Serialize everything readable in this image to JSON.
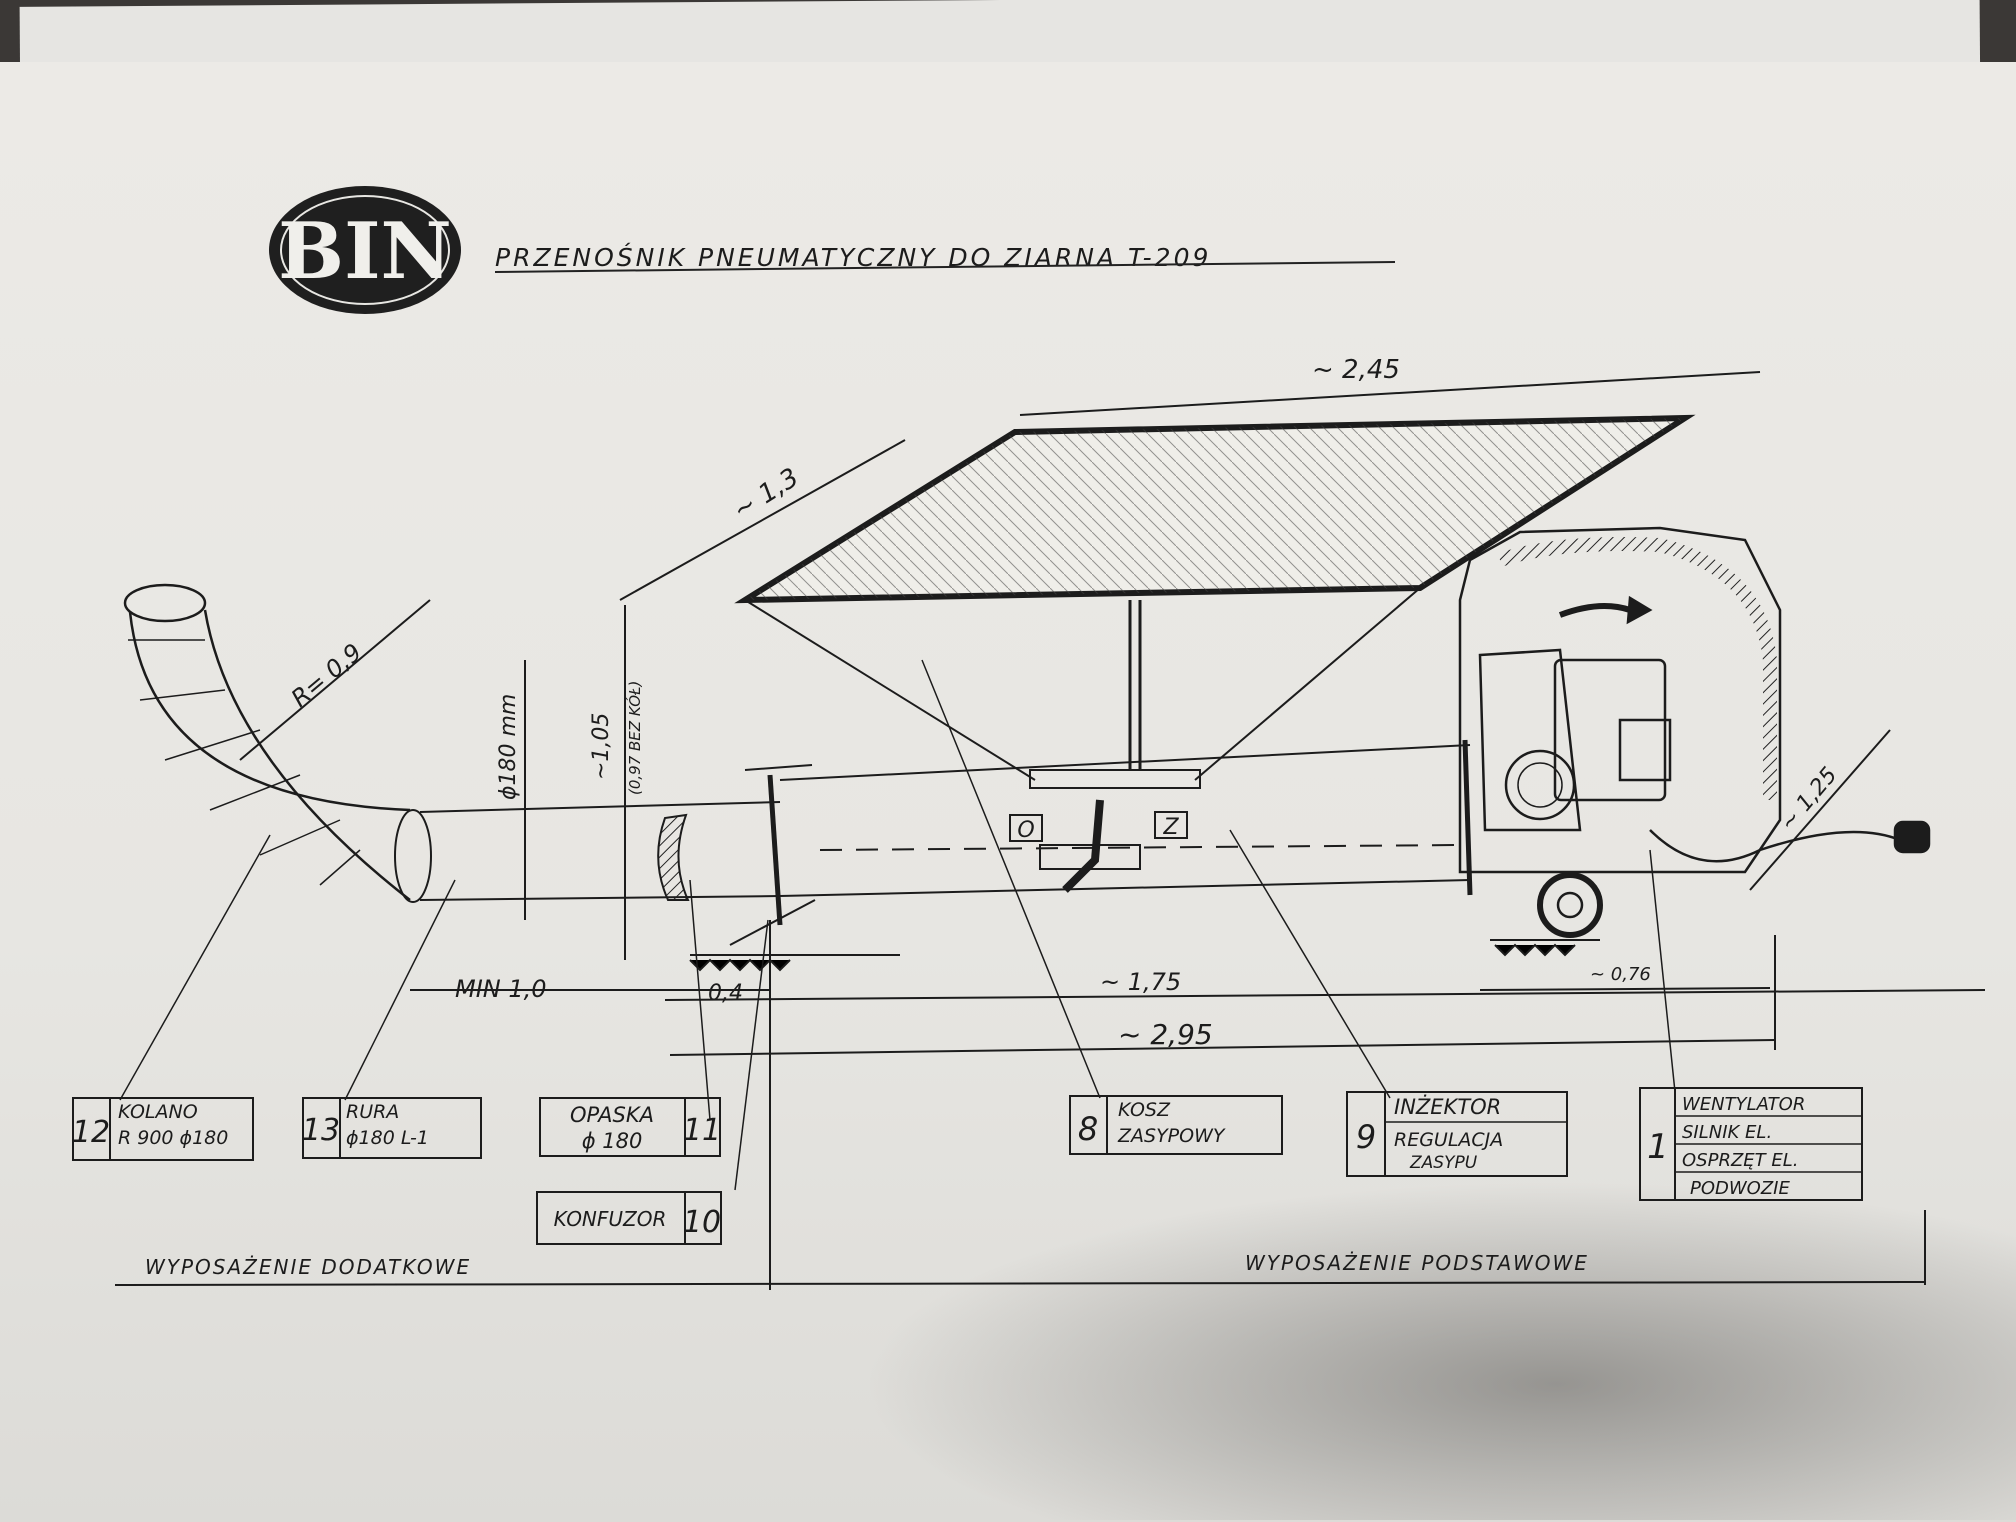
{
  "logo": {
    "text": "BIN"
  },
  "title": "PRZENOŚNIK PNEUMATYCZNY DO ZIARNA T-209",
  "dimensions": {
    "width": "~ 2,45",
    "depth": "~ 1,3",
    "height": "~1,05",
    "height_note": "(0,97 BEZ KÓŁ)",
    "pipe_diameter": "ϕ180 mm",
    "radius": "R= 0,9",
    "min": "MIN 1,0",
    "d1": "0,4",
    "d2": "~ 1,75",
    "d3": "~ 2,95",
    "d4": "~ 0,76",
    "d5": "~ 1,25"
  },
  "markers": {
    "open": "O",
    "close": "Z"
  },
  "parts": {
    "p12": {
      "num": "12",
      "line1": "KOLANO",
      "line2": "R 900 ϕ180"
    },
    "p13": {
      "num": "13",
      "line1": "RURA",
      "line2": "ϕ180 L-1"
    },
    "p11": {
      "num": "11",
      "line1": "OPASKA",
      "line2": "ϕ 180"
    },
    "p10": {
      "num": "10",
      "line1": "KONFUZOR"
    },
    "p8": {
      "num": "8",
      "line1": "KOSZ",
      "line2": "ZASYPOWY"
    },
    "p9": {
      "num": "9",
      "line1": "INŻEKTOR",
      "line2": "REGULACJA",
      "line3": "ZASYPU"
    },
    "p1": {
      "num": "1",
      "line1": "WENTYLATOR",
      "line2": "SILNIK EL.",
      "line3": "OSPRZĘT EL.",
      "line4": "PODWOZIE"
    }
  },
  "footer": {
    "extra": "WYPOSAŻENIE DODATKOWE",
    "basic": "WYPOSAŻENIE PODSTAWOWE"
  }
}
